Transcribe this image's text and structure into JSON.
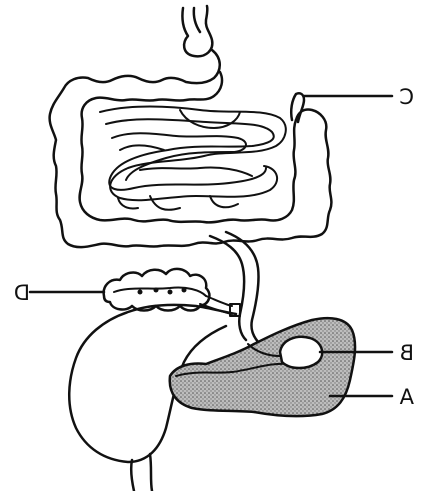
{
  "diagram": {
    "labels": {
      "a": "A",
      "b": "B",
      "c": "C",
      "d": "D"
    },
    "colors": {
      "stroke": "#111111",
      "organ_fill": "#9a9a9a",
      "background": "#ffffff"
    }
  }
}
